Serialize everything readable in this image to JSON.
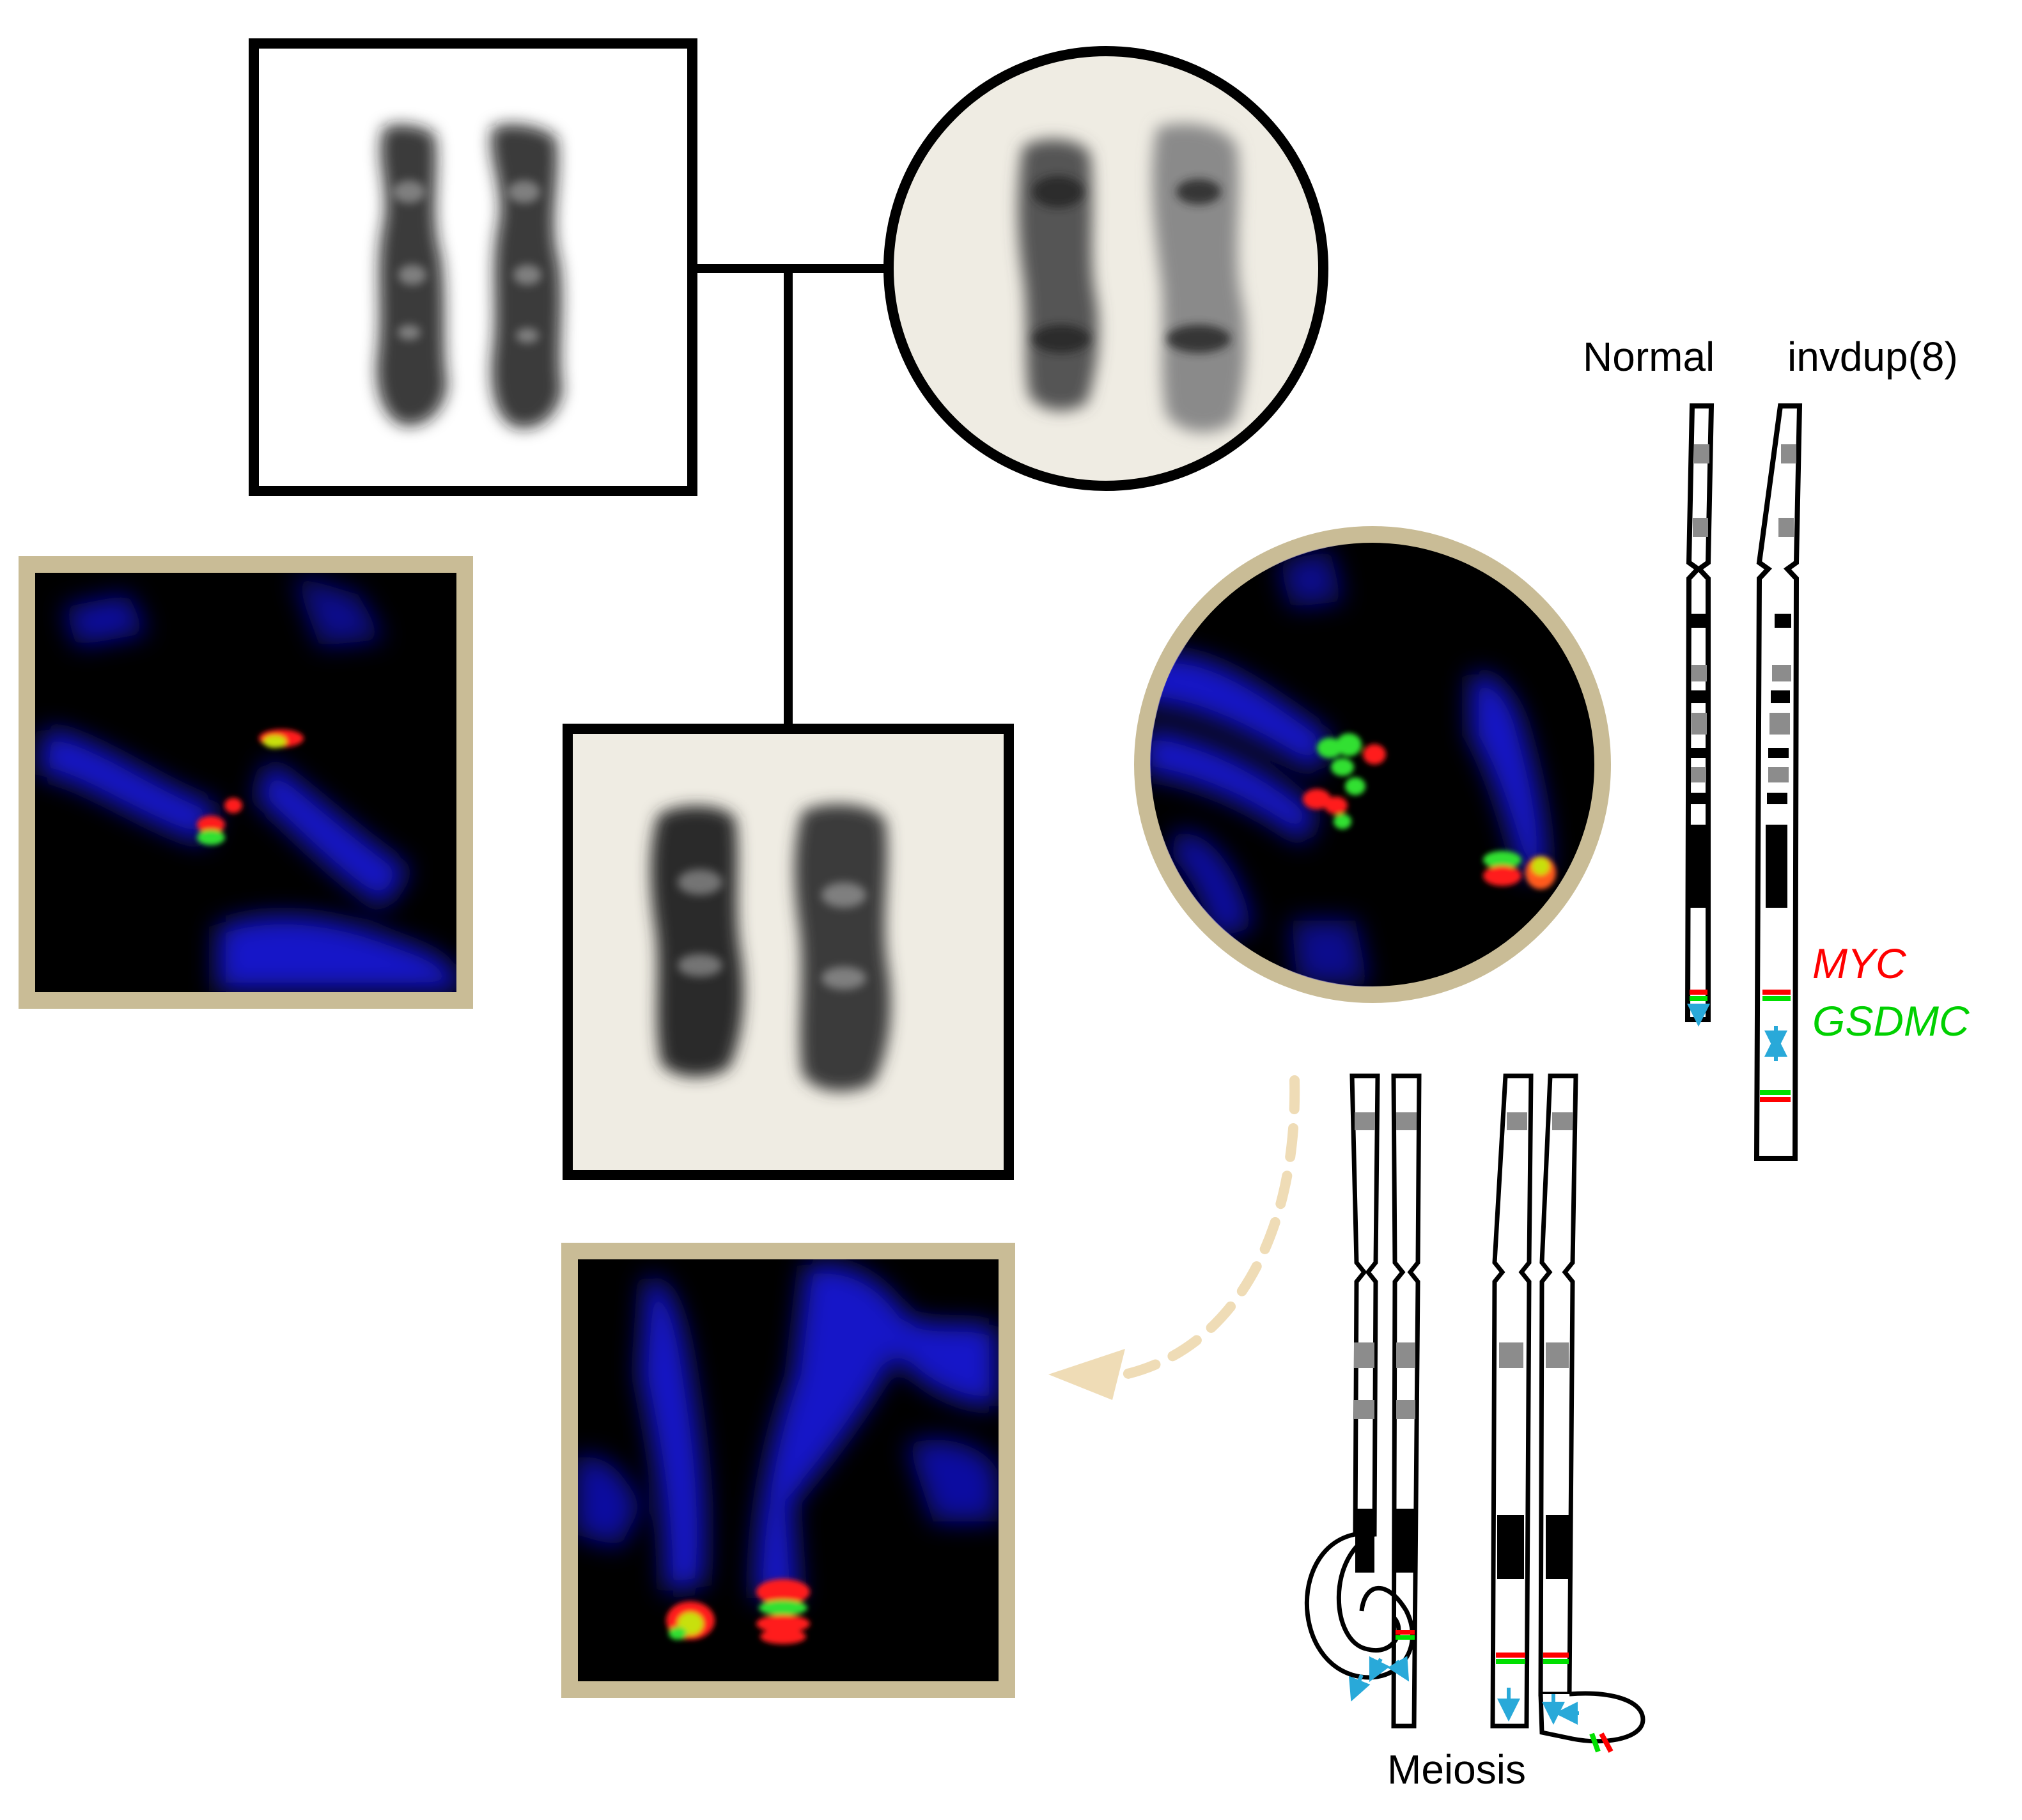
{
  "labels": {
    "normal": "Normal",
    "invdup": "invdup(8)",
    "meiosis": "Meiosis"
  },
  "legend": {
    "myc": "MYC",
    "gsdmc": "GSDMC"
  },
  "colors": {
    "myc": "#ff0000",
    "gsdmc": "#00e000",
    "dapi": "#1414c8",
    "fish_background": "#000000",
    "fish_frame": "#c9bc96",
    "karyotype_panel": "#efece3",
    "arrow_dashed": "#efdcb6",
    "orientation_arrow": "#29a9d9",
    "band_gray": "#8c8c8c",
    "band_black": "#000000"
  },
  "pedigree": {
    "father": {
      "symbol": "square",
      "sex": "male"
    },
    "mother": {
      "symbol": "circle",
      "sex": "female"
    },
    "child": {
      "symbol": "square",
      "sex": "male"
    }
  },
  "icons": {
    "orientation": "double-arrow-icon",
    "flow": "dashed-curved-arrow-icon"
  }
}
